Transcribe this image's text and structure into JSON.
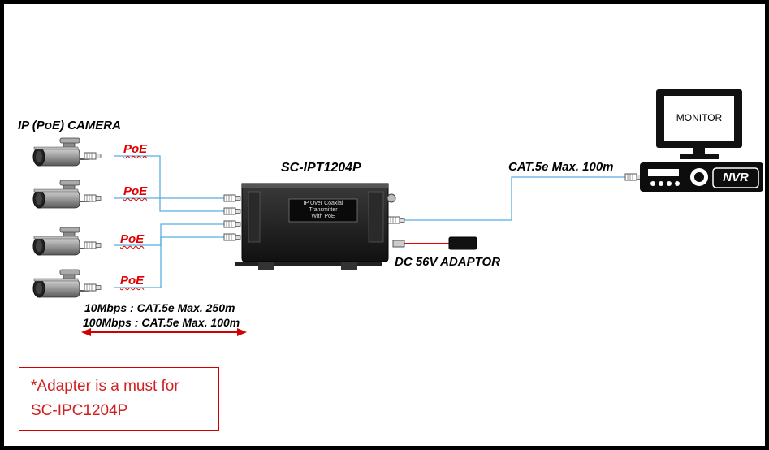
{
  "labels": {
    "camera_group": "IP (PoE) CAMERA",
    "poe": [
      "PoE",
      "PoE",
      "PoE",
      "PoE"
    ],
    "device_name": "SC-IPT1204P",
    "device_screen": [
      "IP Over Coaxial",
      "Transmitter",
      "With PoE"
    ],
    "cat5_monitor": "CAT.5e Max. 100m",
    "monitor": "MONITOR",
    "nvr": "NVR",
    "adaptor": "DC 56V ADAPTOR",
    "speed_10": "10Mbps : CAT.5e Max. 250m",
    "speed_100": "100Mbps : CAT.5e Max. 100m"
  },
  "note": {
    "line1": "*Adapter is a must for",
    "line2": "SC-IPC1204P"
  },
  "colors": {
    "frame": "#000000",
    "cable": "#5aaee0",
    "poe_text": "#e00000",
    "note_border": "#d00000",
    "note_text": "#d02020",
    "power_cable": "#e00000",
    "arrow": "#d00000"
  },
  "icons": [
    "ip-camera-icon",
    "rj45-connector-icon",
    "transmitter-device-icon",
    "monitor-icon",
    "nvr-icon",
    "power-adaptor-icon"
  ]
}
